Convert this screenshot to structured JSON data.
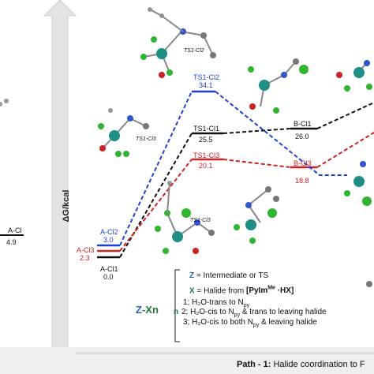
{
  "yaxis_label": "ΔG/kcal",
  "footer": {
    "path": "Path - 1:",
    "rest": " Halide coordination to F"
  },
  "left_cut": {
    "label": "A-Cl",
    "value": "4.9"
  },
  "levels": [
    {
      "name": "A-Cl2",
      "value": "3.0",
      "color": "#1e3fd6"
    },
    {
      "name": "A-Cl3",
      "value": "2.3",
      "color": "#d42020"
    },
    {
      "name": "A-Cl1",
      "value": "0.0",
      "color": "#111111"
    },
    {
      "name": "TS1-Cl2",
      "value": "34.1",
      "color": "#1e3fd6"
    },
    {
      "name": "TS1-Cl1",
      "value": "25.5",
      "color": "#111111"
    },
    {
      "name": "TS1-Cl3",
      "value": "20.1",
      "color": "#d42020"
    },
    {
      "name": "B-Cl1",
      "value": "26.0",
      "color": "#111111"
    },
    {
      "name": "B-Cl3",
      "value": "18.8",
      "color": "#d42020"
    }
  ],
  "ts_inset_label": "TS1-Cl3",
  "ts_inset_label2": "TS1-Cl3",
  "ts_top_label": "TS1-Cl2",
  "legend": {
    "z_def": "= Intermediate or TS",
    "x_def_a": "= Halide from ",
    "x_def_b": "[PyIm",
    "x_def_sup": "Me",
    "x_def_c": " ·HX]",
    "n_prefix": "n",
    "n1": "1; H₂O-trans to N",
    "n1_sub": "py",
    "n2": "2; H₂O-cis to N",
    "n2_sub": "py",
    "n2_tail": " & trans to leaving halide",
    "n3": "3; H₂O-cis to both N",
    "n3_sub": "py",
    "n3_tail": " & leaving halide",
    "zxn_z": "Z",
    "zxn_mid": "-X",
    "zxn_n": "n",
    "z_letter": "Z",
    "x_letter": "X"
  },
  "colors": {
    "black": "#111111",
    "blue": "#1e3fd6",
    "red": "#d42020",
    "arrow": "#e6e6e6",
    "cl_green": "#2fb52f",
    "metal": "#1f8f86"
  },
  "icons": [
    "up-arrow-icon",
    "molecule-icon"
  ]
}
